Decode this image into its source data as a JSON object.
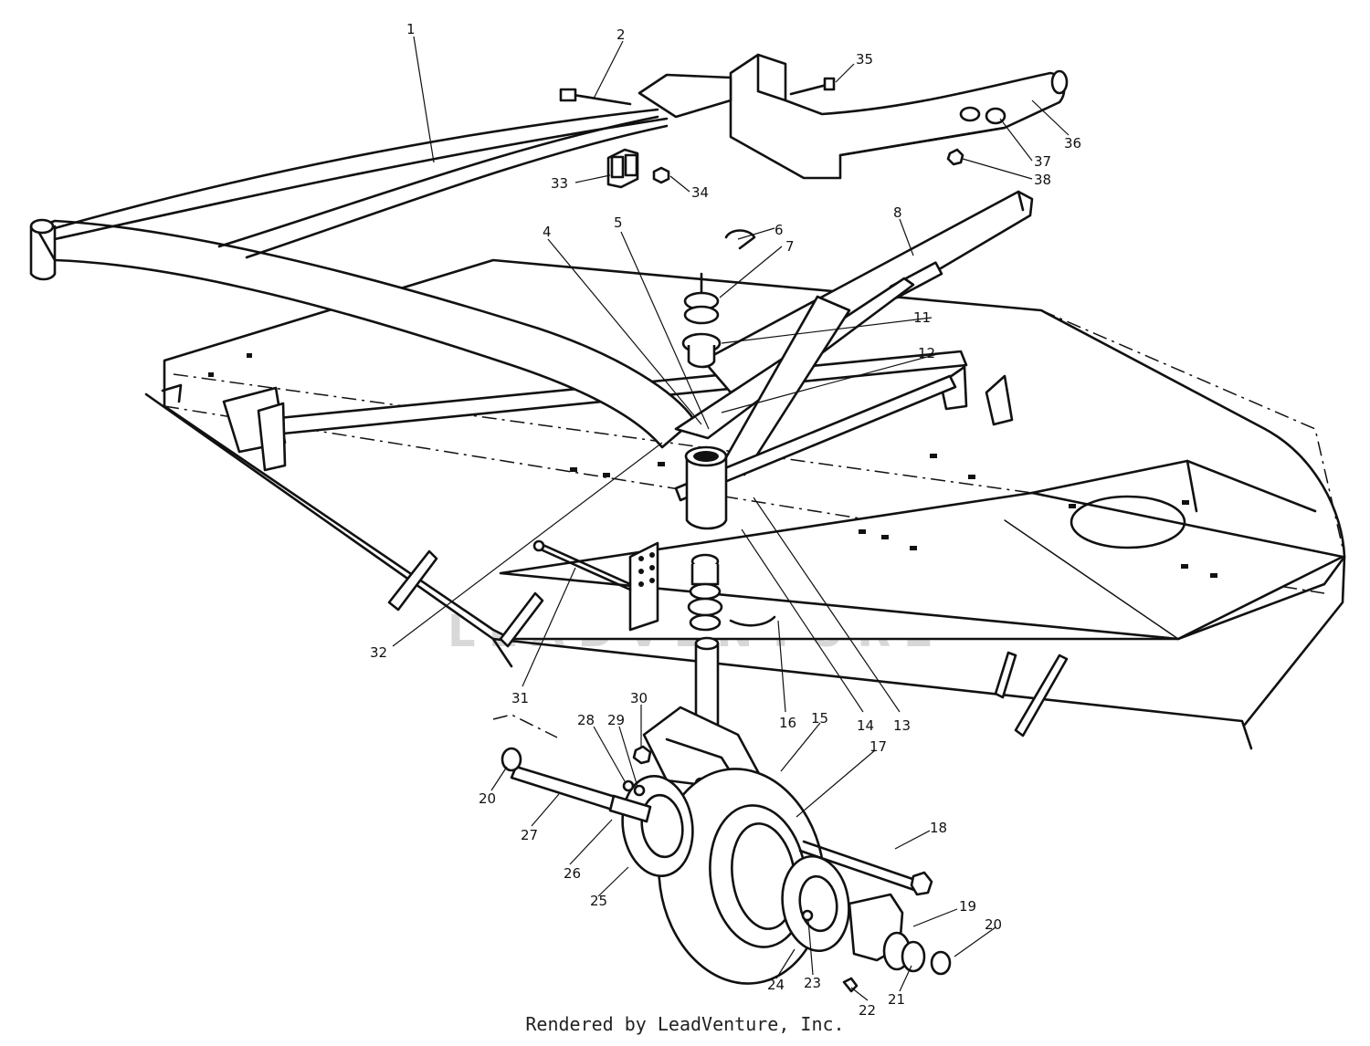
{
  "watermark": "LEADVENTURE",
  "footer": "Rendered by LeadVenture, Inc.",
  "callouts": [
    {
      "id": "1",
      "label": "1"
    },
    {
      "id": "2",
      "label": "2"
    },
    {
      "id": "4",
      "label": "4"
    },
    {
      "id": "5",
      "label": "5"
    },
    {
      "id": "6",
      "label": "6"
    },
    {
      "id": "7",
      "label": "7"
    },
    {
      "id": "8",
      "label": "8"
    },
    {
      "id": "11",
      "label": "11"
    },
    {
      "id": "12",
      "label": "12"
    },
    {
      "id": "13",
      "label": "13"
    },
    {
      "id": "14",
      "label": "14"
    },
    {
      "id": "15",
      "label": "15"
    },
    {
      "id": "16",
      "label": "16"
    },
    {
      "id": "17",
      "label": "17"
    },
    {
      "id": "18",
      "label": "18"
    },
    {
      "id": "19",
      "label": "19"
    },
    {
      "id": "20a",
      "label": "20"
    },
    {
      "id": "20b",
      "label": "20"
    },
    {
      "id": "21",
      "label": "21"
    },
    {
      "id": "22",
      "label": "22"
    },
    {
      "id": "23",
      "label": "23"
    },
    {
      "id": "24",
      "label": "24"
    },
    {
      "id": "25",
      "label": "25"
    },
    {
      "id": "26",
      "label": "26"
    },
    {
      "id": "27",
      "label": "27"
    },
    {
      "id": "28",
      "label": "28"
    },
    {
      "id": "29",
      "label": "29"
    },
    {
      "id": "30",
      "label": "30"
    },
    {
      "id": "31",
      "label": "31"
    },
    {
      "id": "32",
      "label": "32"
    },
    {
      "id": "33",
      "label": "33"
    },
    {
      "id": "34",
      "label": "34"
    },
    {
      "id": "35",
      "label": "35"
    },
    {
      "id": "36",
      "label": "36"
    },
    {
      "id": "37",
      "label": "37"
    },
    {
      "id": "38",
      "label": "38"
    }
  ]
}
